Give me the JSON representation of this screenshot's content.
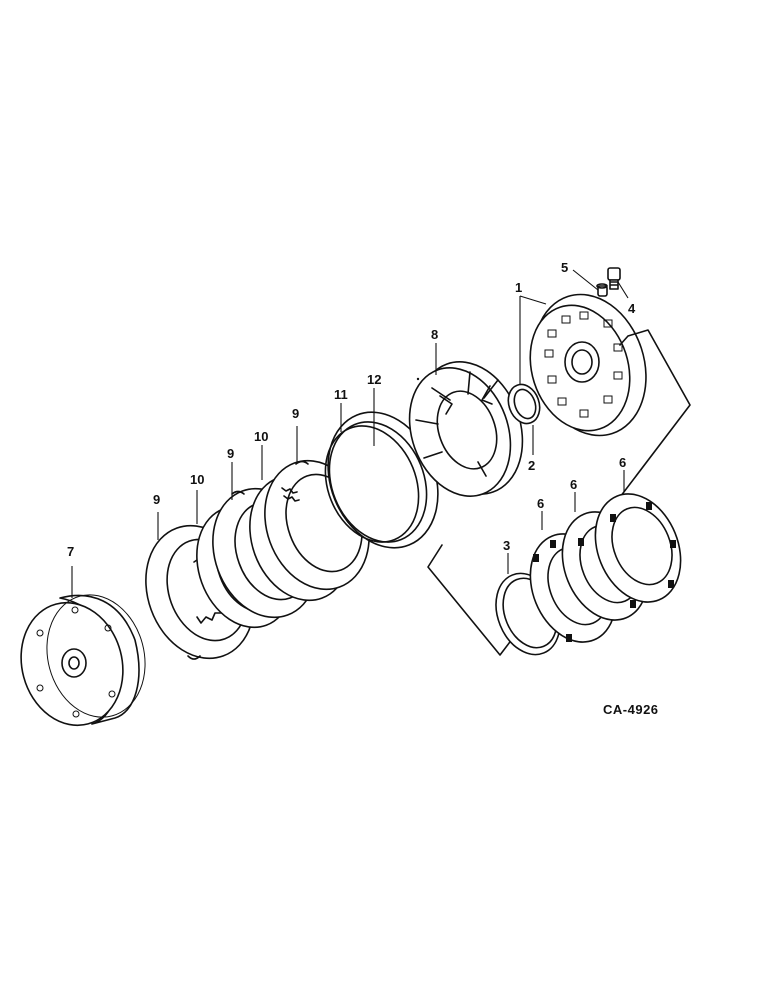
{
  "callouts": {
    "c1": "1",
    "c2": "2",
    "c3": "3",
    "c4": "4",
    "c5": "5",
    "c6a": "6",
    "c6b": "6",
    "c6c": "6",
    "c7": "7",
    "c8": "8",
    "c9a": "9",
    "c9b": "9",
    "c9c": "9",
    "c10a": "10",
    "c10b": "10",
    "c11": "11",
    "c12": "12"
  },
  "drawing_id": "CA-4926"
}
